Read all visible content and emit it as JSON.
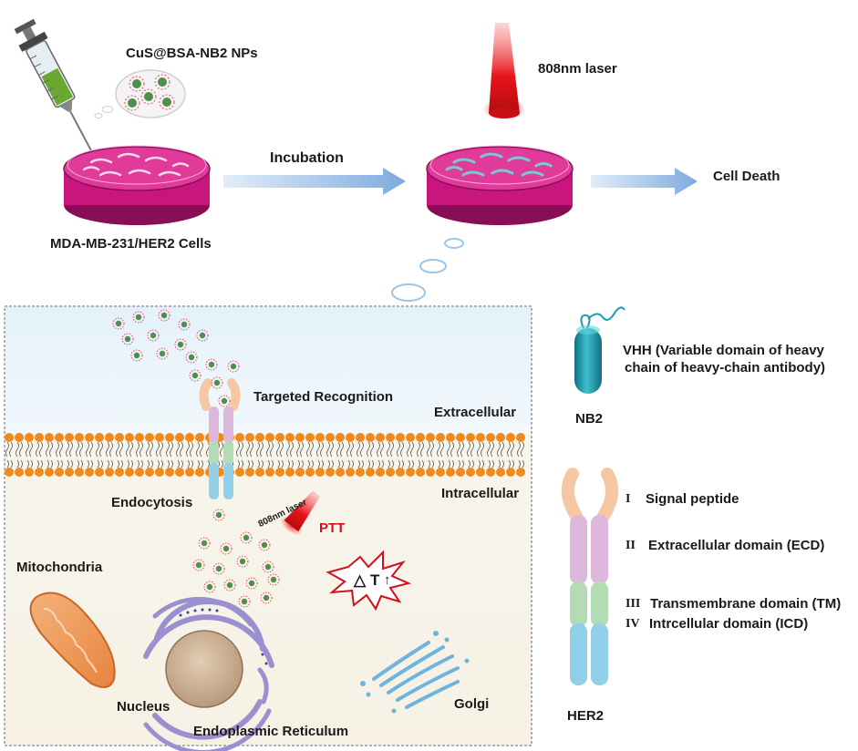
{
  "top": {
    "nps_label": "CuS@BSA-NB2 NPs",
    "laser_label": "808nm laser",
    "incubation_label": "Incubation",
    "cell_death_label": "Cell Death",
    "cells_label": "MDA-MB-231/HER2 Cells"
  },
  "cell": {
    "targeted_label": "Targeted Recognition",
    "extracellular_label": "Extracellular",
    "intracellular_label": "Intracellular",
    "endocytosis_label": "Endocytosis",
    "small_laser_label": "808nm laser",
    "ptt_label": "PTT",
    "delta_symbol": "△",
    "t_symbol": "T",
    "up_symbol": "↑",
    "mitochondria_label": "Mitochondria",
    "nucleus_label": "Nucleus",
    "er_label": "Endoplasmic Reticulum",
    "golgi_label": "Golgi"
  },
  "legend": {
    "vhh_line1": "VHH (Variable domain of heavy",
    "vhh_line2": "chain of heavy-chain antibody)",
    "nb2_label": "NB2",
    "domains": [
      {
        "numeral": "I",
        "text": "Signal peptide"
      },
      {
        "numeral": "II",
        "text": "Extracellular domain (ECD)"
      },
      {
        "numeral": "III",
        "text": "Transmembrane domain (TM)"
      },
      {
        "numeral": "IV",
        "text": "Intrcellular domain (ICD)"
      }
    ],
    "her2_label": "HER2"
  },
  "colors": {
    "dish_pink": "#c8167e",
    "laser_red": "#e1141b",
    "arrow_blue": "#8fb6e3",
    "membrane_orange": "#f08a1c",
    "domain_signal": "#f6c7a4",
    "domain_ecd": "#deb7dc",
    "domain_tm": "#b4dcb4",
    "domain_icd": "#92cfe9",
    "vhh_teal": "#1e9cad",
    "mito_orange": "#ef9a54",
    "er_purple": "#9a8fcf",
    "golgi_blue": "#6fb4dd"
  }
}
